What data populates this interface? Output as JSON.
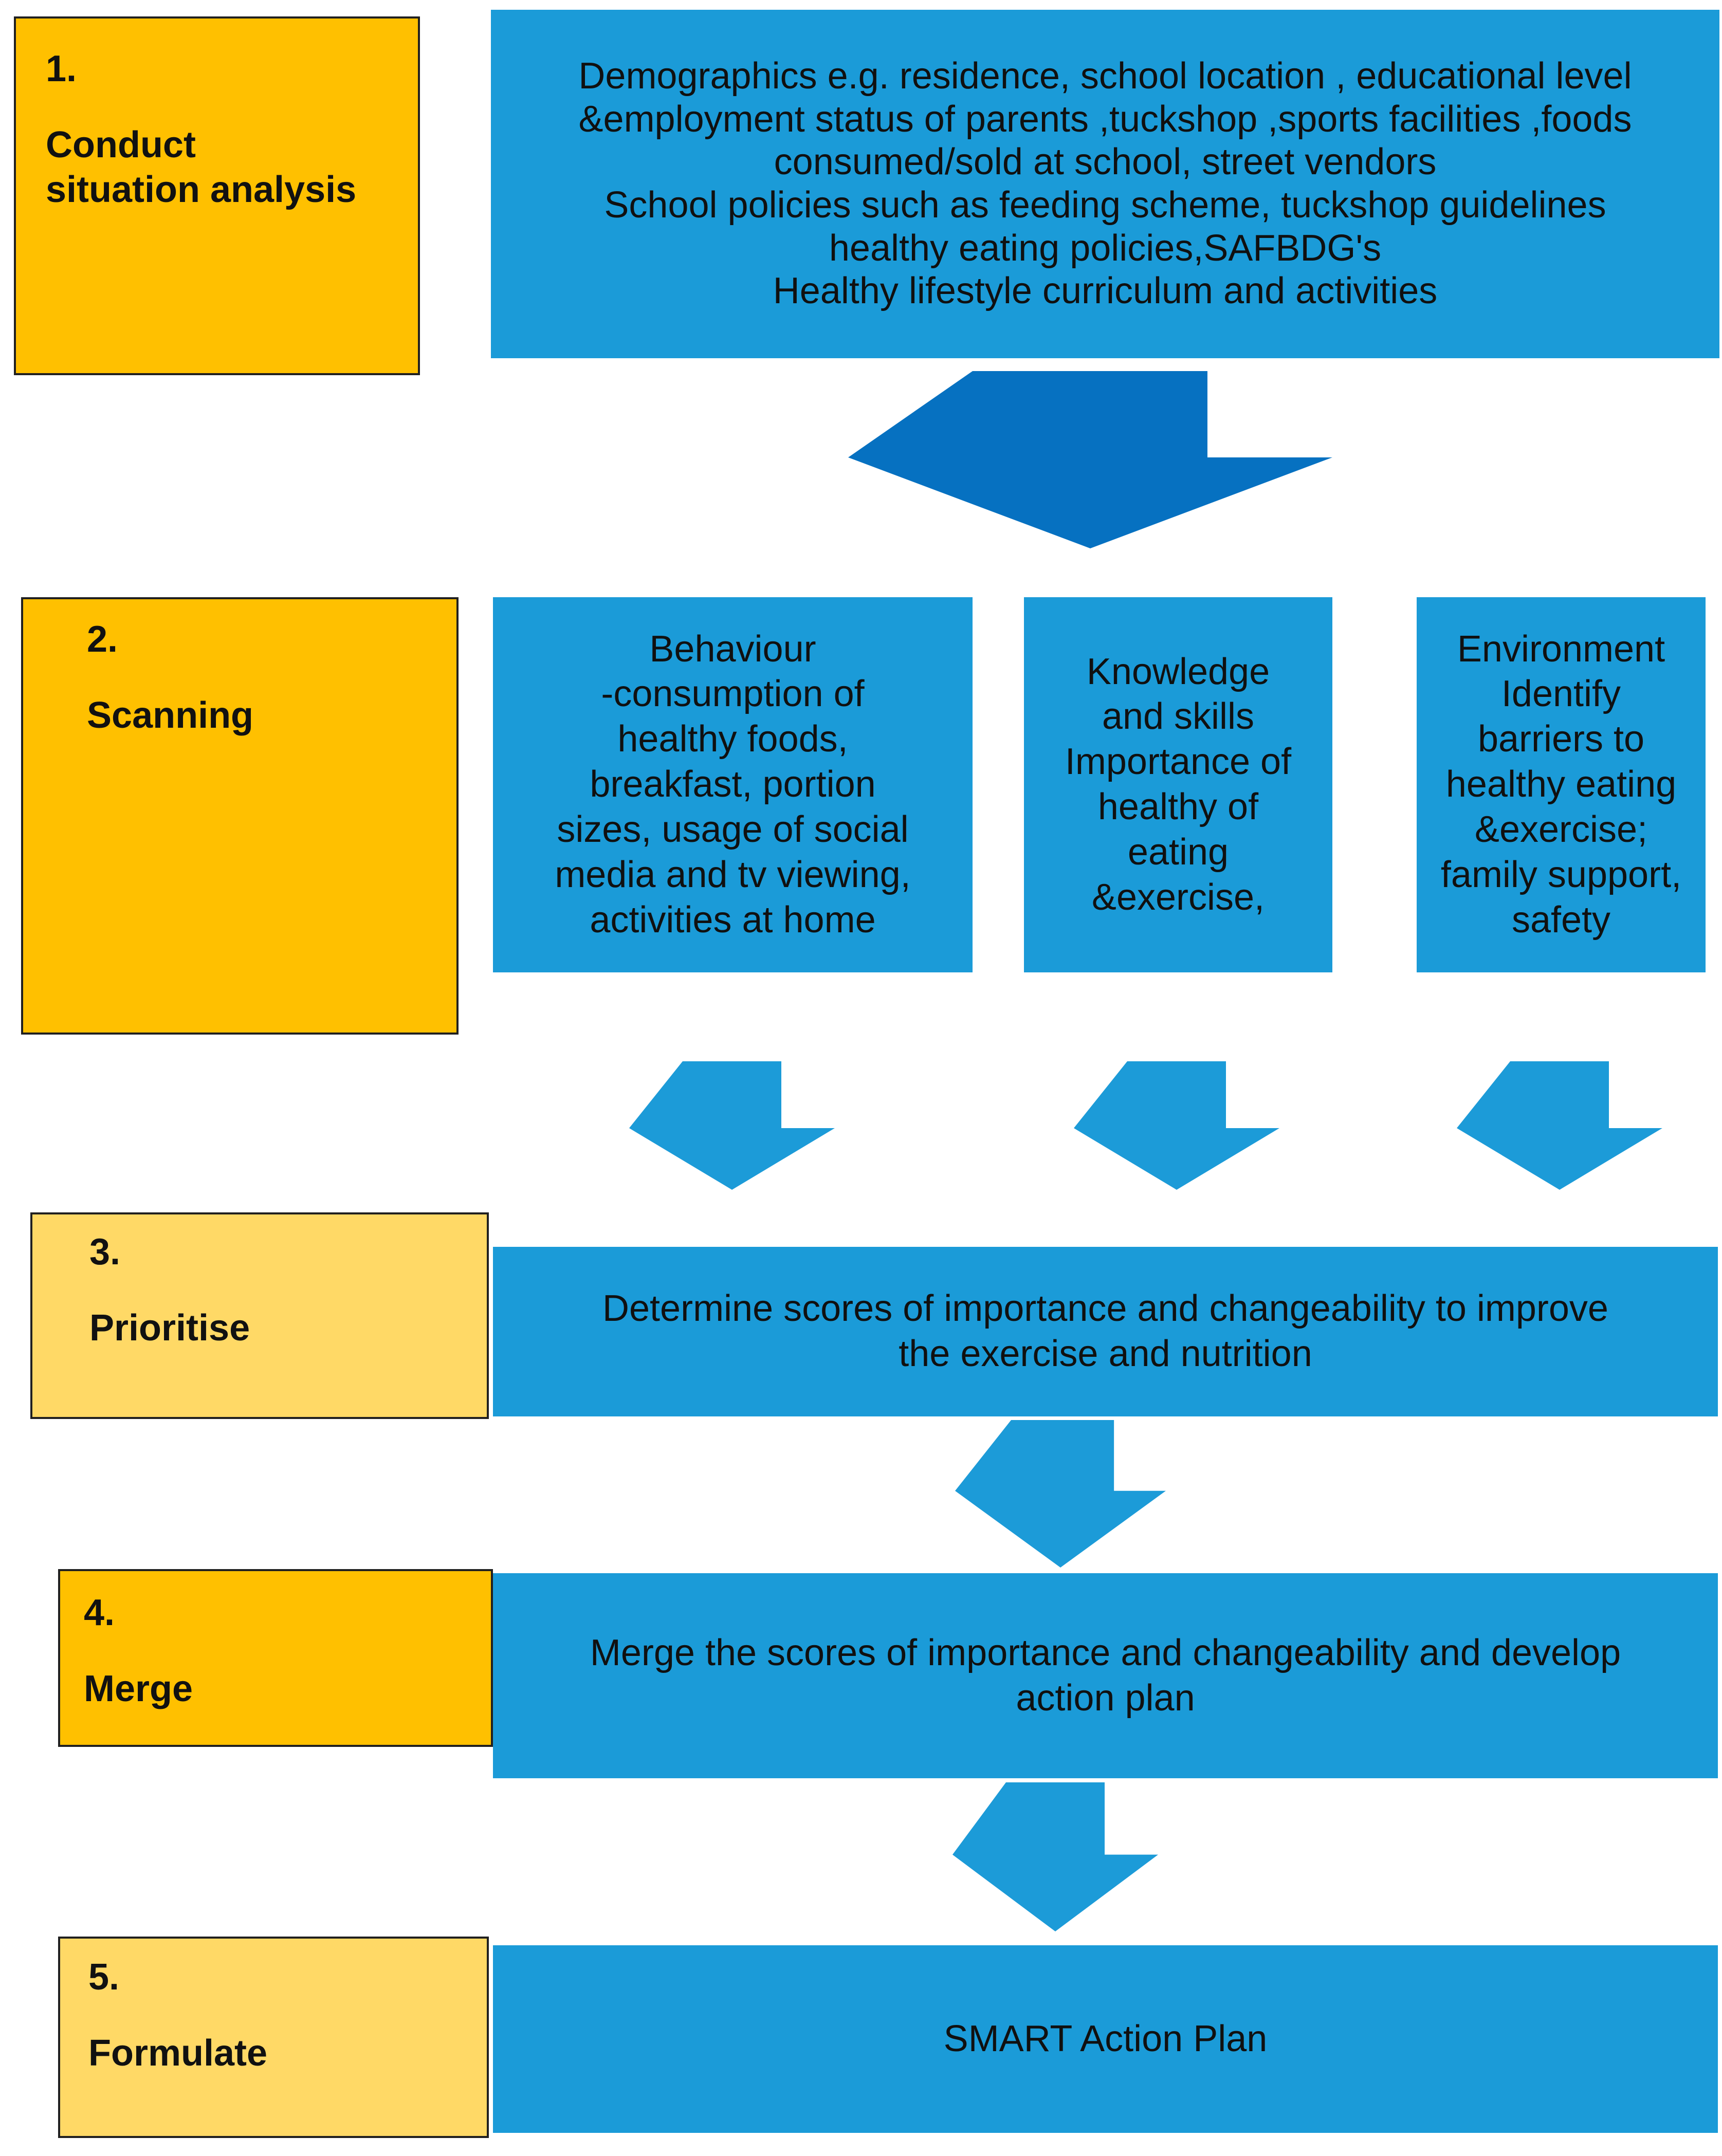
{
  "steps": [
    {
      "num": "1.",
      "label": "Conduct\nsituation analysis",
      "content": "Demographics e.g. residence, school location , educational level\n&employment status of parents ,tuckshop ,sports facilities ,foods\nconsumed/sold at school, street vendors\nSchool policies such as feeding scheme, tuckshop guidelines\nhealthy eating policies,SAFBDG's\nHealthy lifestyle curriculum and activities"
    },
    {
      "num": "2.",
      "label": "Scanning",
      "columns": [
        {
          "content": "Behaviour\n-consumption of\nhealthy foods,\nbreakfast, portion\nsizes, usage of social\nmedia and tv viewing,\nactivities at home"
        },
        {
          "content": "Knowledge\nand skills\nImportance of\nhealthy of\neating\n&exercise,"
        },
        {
          "content": "Environment\nIdentify\nbarriers to\nhealthy eating\n&exercise;\nfamily support,\nsafety"
        }
      ]
    },
    {
      "num": "3.",
      "label": "Prioritise",
      "content": "Determine scores of importance and changeability to improve\nthe exercise and nutrition"
    },
    {
      "num": "4.",
      "label": "Merge",
      "content": "Merge the scores of importance and changeability and develop\naction plan"
    },
    {
      "num": "5.",
      "label": "Formulate",
      "content": "SMART Action Plan"
    }
  ],
  "colors": {
    "step-orange": "#FFC000",
    "step-yellow": "#FFD966",
    "panel-blue": "#1B9BD8",
    "arrow-blue": "#1C9BD8",
    "big-arrow-blue": "#0671C1",
    "text-black": "#141414"
  }
}
